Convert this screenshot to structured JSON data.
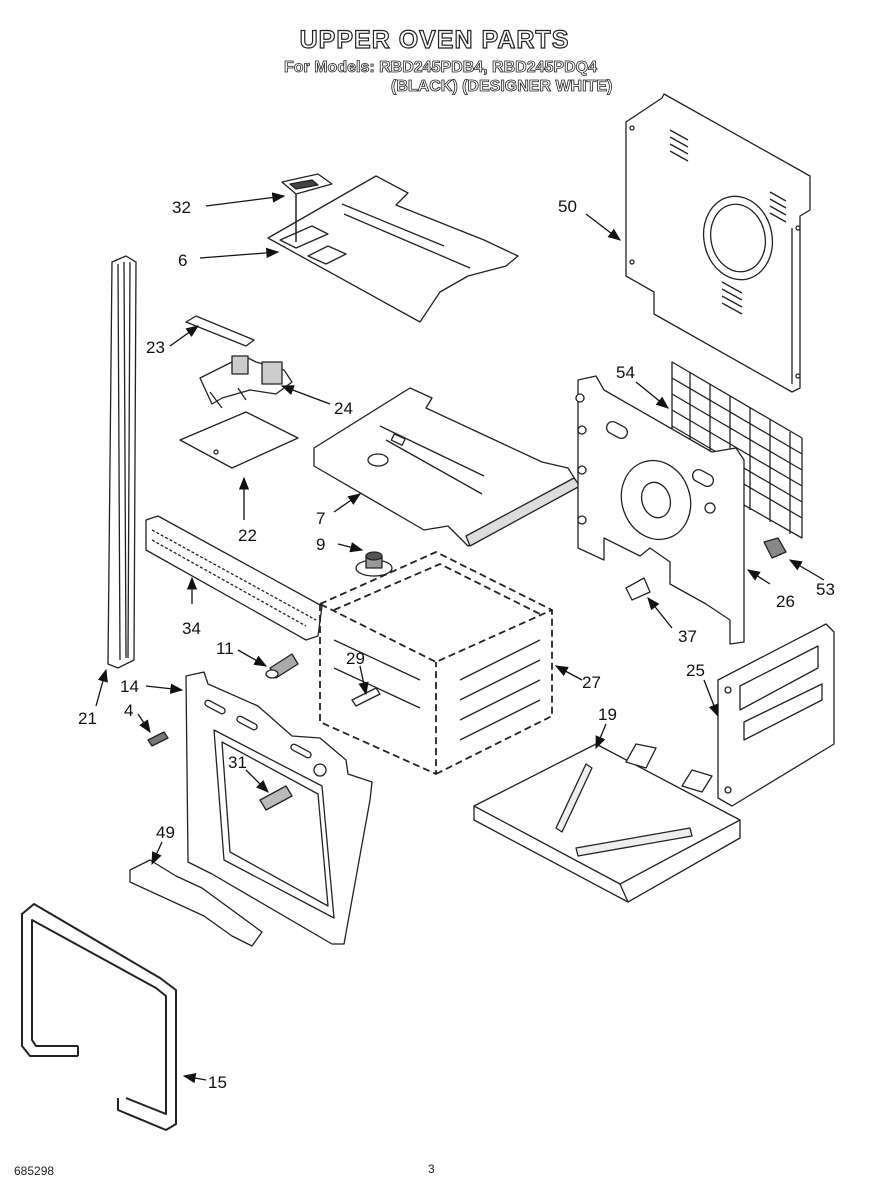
{
  "title": "UPPER OVEN PARTS",
  "models_line1": "For Models: RBD245PDB4, RBD245PDQ4",
  "models_line2": "(BLACK) (DESIGNER WHITE)",
  "doc_number": "685298",
  "page_number": "3",
  "callouts": {
    "c32": "32",
    "c6": "6",
    "c50": "50",
    "c23": "23",
    "c24": "24",
    "c54": "54",
    "c22": "22",
    "c7": "7",
    "c9": "9",
    "c34": "34",
    "c26": "26",
    "c53": "53",
    "c37": "37",
    "c11": "11",
    "c29": "29",
    "c27": "27",
    "c25": "25",
    "c14": "14",
    "c4": "4",
    "c21": "21",
    "c19": "19",
    "c31": "31",
    "c49": "49",
    "c15": "15"
  }
}
